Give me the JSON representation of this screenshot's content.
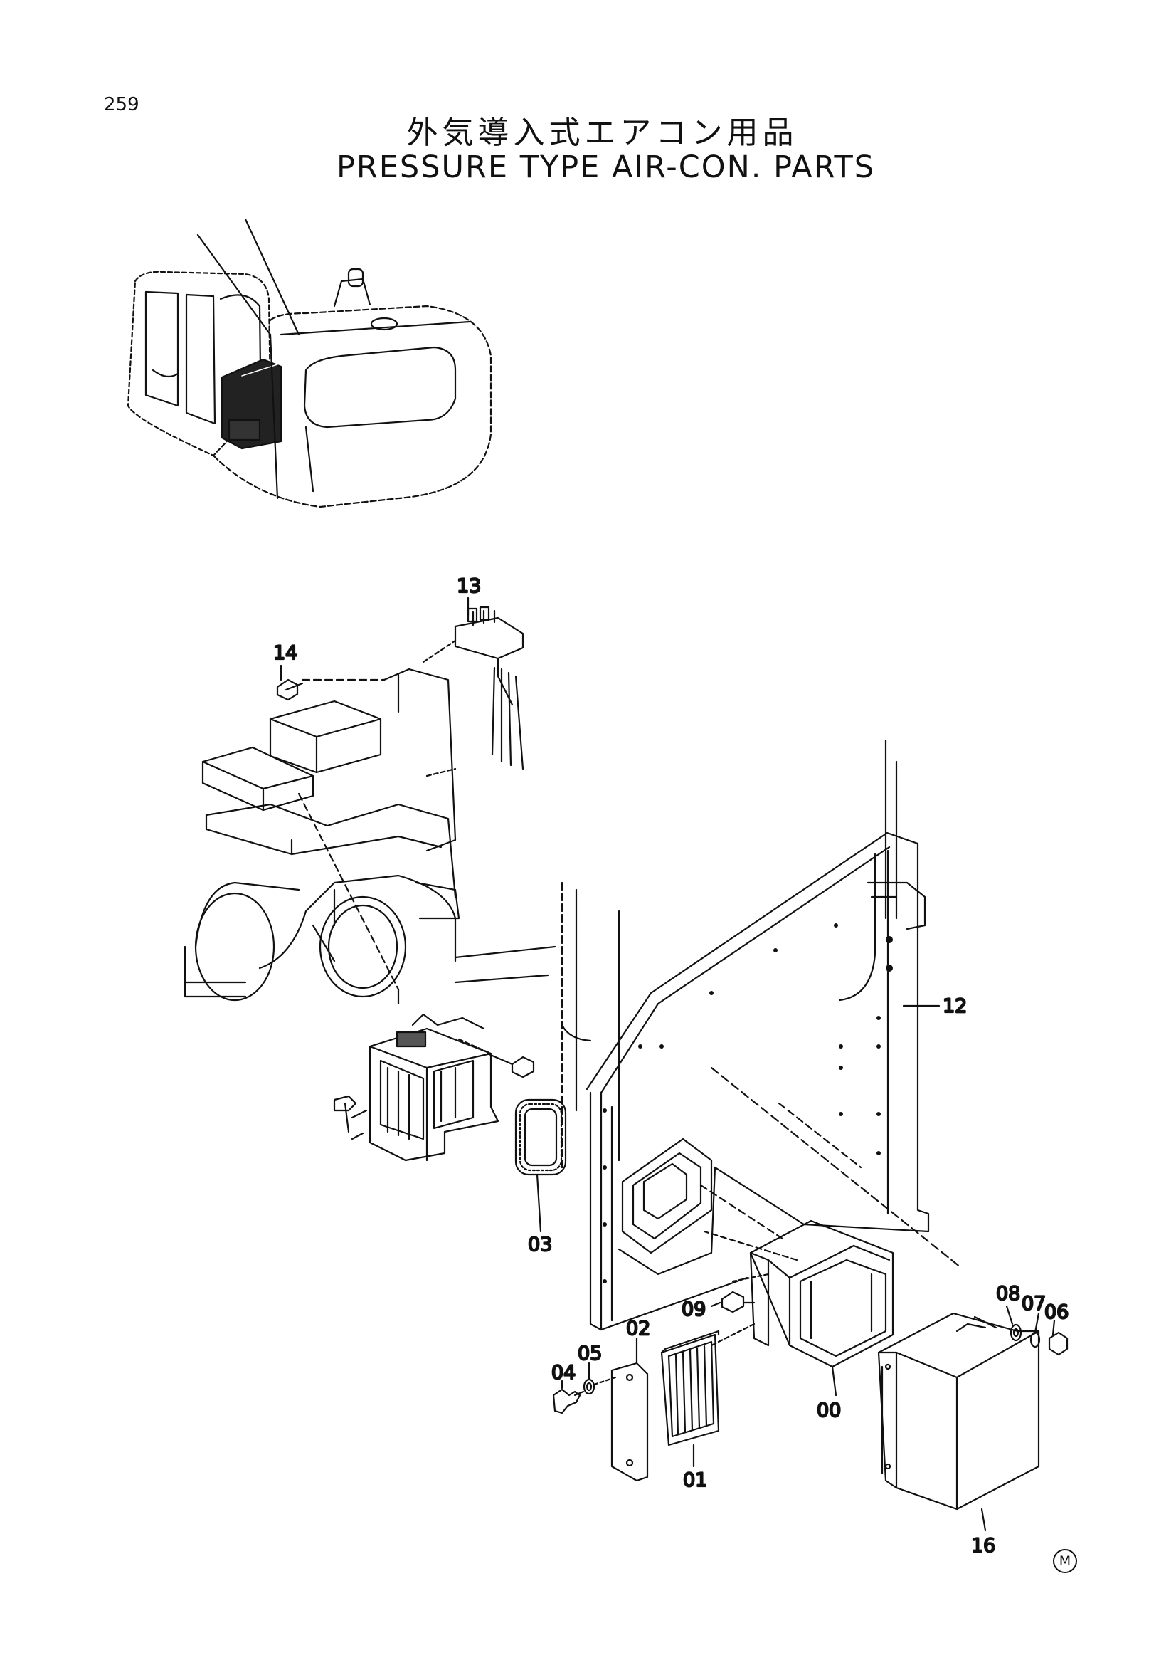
{
  "page_number": "259",
  "title_japanese": "外気導入式エアコン用品",
  "title_english": "PRESSURE TYPE AIR-CON. PARTS",
  "callouts": [
    "13",
    "14",
    "12",
    "03",
    "08",
    "07",
    "06",
    "09",
    "05",
    "02",
    "04",
    "00",
    "01",
    "16"
  ],
  "mark": "M"
}
